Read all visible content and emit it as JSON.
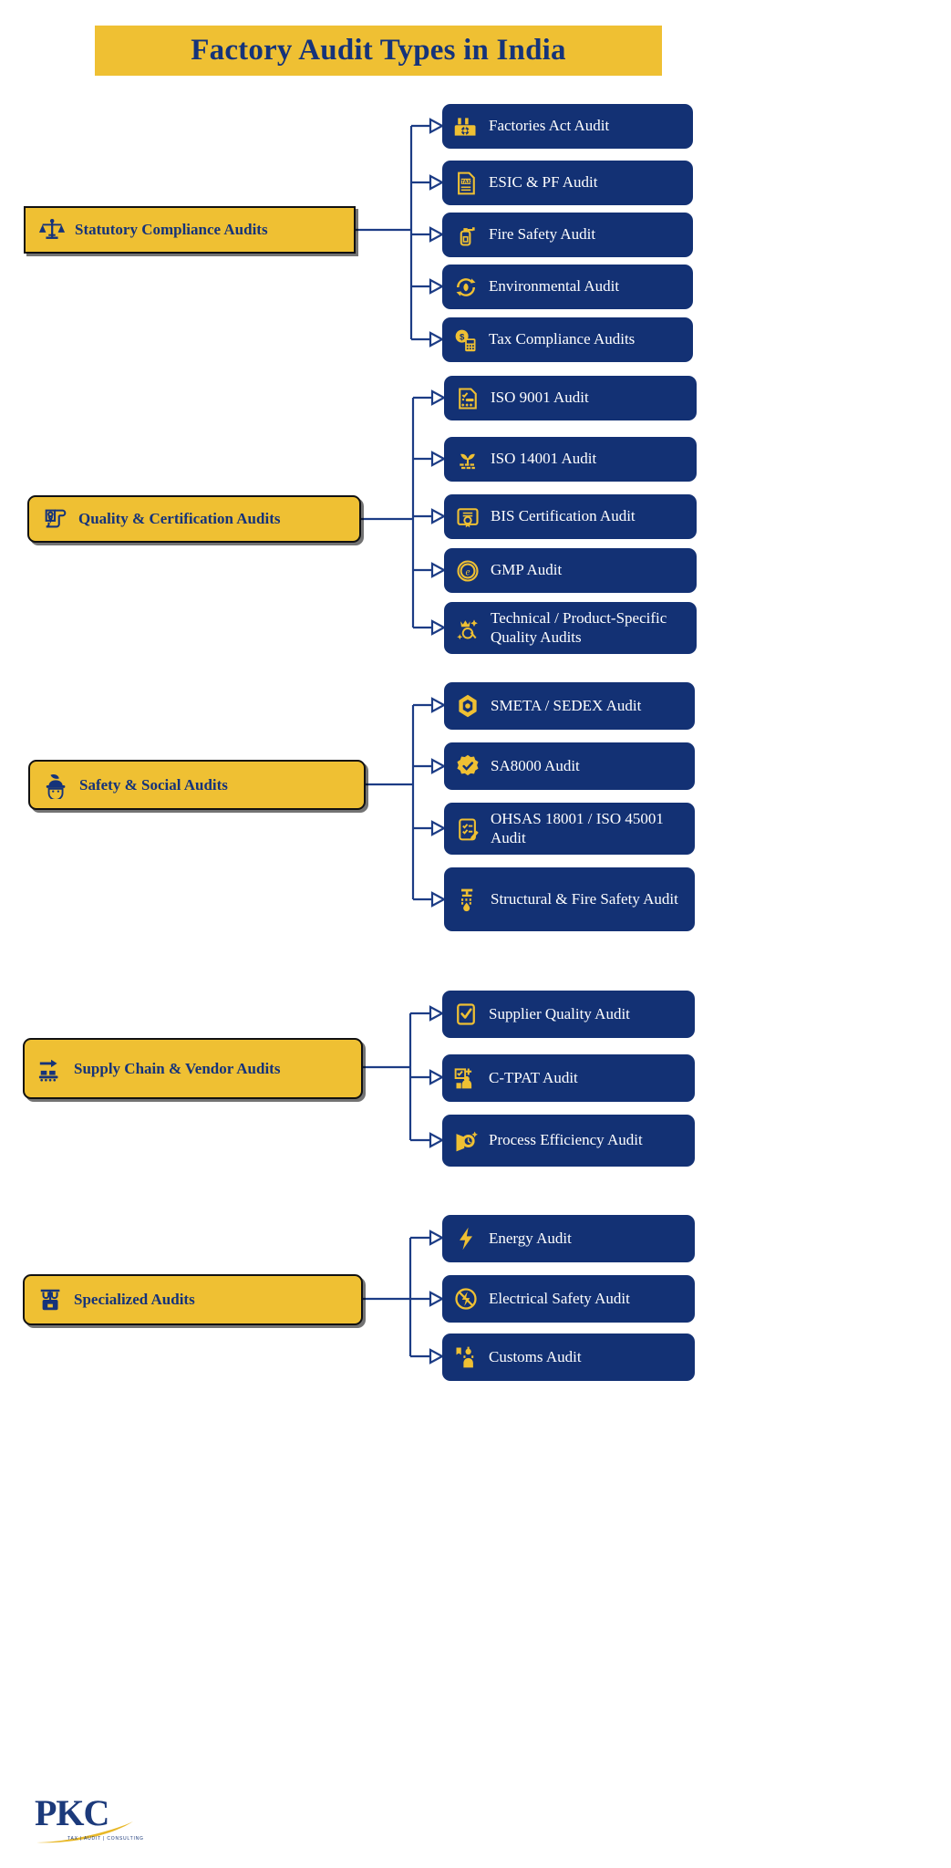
{
  "header": {
    "title": "Factory Audit Types in India",
    "banner_color": "#EFC033",
    "title_color": "#15337A"
  },
  "theme": {
    "yellow": "#EFC033",
    "navy": "#133174",
    "connector": "#1C3C85",
    "text_on_navy": "#FFFFFF",
    "background": "#FFFFFF"
  },
  "groups": [
    {
      "category": {
        "label": "Statutory Compliance Audits",
        "icon": "scales-balance-icon"
      },
      "items": [
        {
          "label": "Factories Act Audit",
          "icon": "factory-icon"
        },
        {
          "label": "ESIC & PF Audit",
          "icon": "tax-document-icon"
        },
        {
          "label": "Fire Safety Audit",
          "icon": "fire-extinguisher-icon"
        },
        {
          "label": "Environmental Audit",
          "icon": "eco-recycle-icon"
        },
        {
          "label": "Tax Compliance Audits",
          "icon": "coin-calculator-icon"
        }
      ]
    },
    {
      "category": {
        "label": "Quality & Certification Audits",
        "icon": "certificate-scroll-icon"
      },
      "items": [
        {
          "label": "ISO 9001 Audit",
          "icon": "checklist-document-icon"
        },
        {
          "label": "ISO 14001 Audit",
          "icon": "plant-sprout-icon"
        },
        {
          "label": "BIS Certification Audit",
          "icon": "certificate-seal-icon"
        },
        {
          "label": "GMP Audit",
          "icon": "circle-e-icon"
        },
        {
          "label": "Technical / Product-Specific Quality Audits",
          "icon": "crown-sparkle-icon"
        }
      ]
    },
    {
      "category": {
        "label": "Safety & Social Audits",
        "icon": "helmet-worker-icon"
      },
      "items": [
        {
          "label": "SMETA / SEDEX Audit",
          "icon": "hexagon-nut-icon"
        },
        {
          "label": "SA8000 Audit",
          "icon": "badge-check-icon"
        },
        {
          "label": "OHSAS 18001 / ISO 45001 Audit",
          "icon": "clipboard-check-icon"
        },
        {
          "label": "Structural & Fire Safety Audit",
          "icon": "sprinkler-icon"
        }
      ]
    },
    {
      "category": {
        "label": "Supply Chain & Vendor Audits",
        "icon": "conveyor-arrow-icon"
      },
      "items": [
        {
          "label": "Supplier Quality Audit",
          "icon": "checkbox-document-icon"
        },
        {
          "label": "C-TPAT Audit",
          "icon": "inspector-clipboard-icon"
        },
        {
          "label": "Process Efficiency Audit",
          "icon": "gear-speed-icon"
        }
      ]
    },
    {
      "category": {
        "label": "Specialized Audits",
        "icon": "lab-scale-icon"
      },
      "items": [
        {
          "label": "Energy Audit",
          "icon": "lightning-bolt-icon"
        },
        {
          "label": "Electrical Safety Audit",
          "icon": "electrical-hazard-icon"
        },
        {
          "label": "Customs Audit",
          "icon": "customs-officer-icon"
        }
      ]
    }
  ],
  "brand": {
    "mark": "PKC",
    "tagline": "TAX | AUDIT | CONSULTING"
  }
}
